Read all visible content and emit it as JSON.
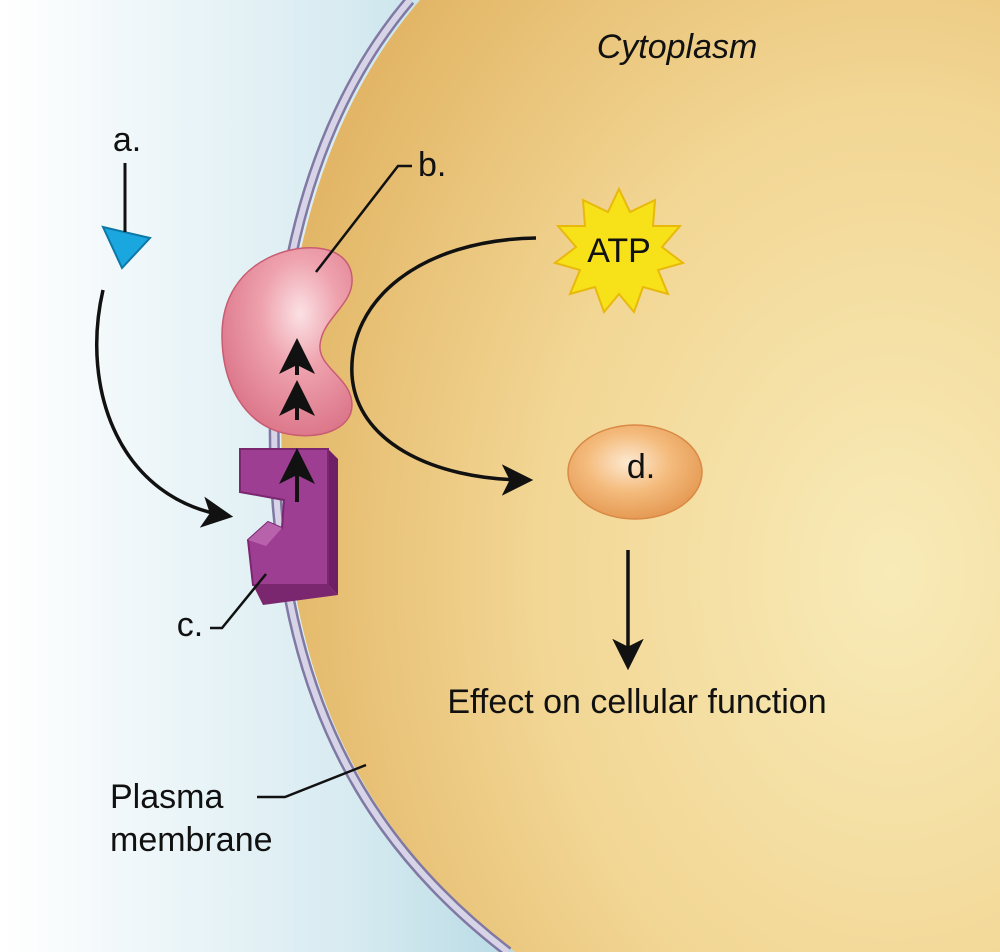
{
  "labels": {
    "cytoplasm": "Cytoplasm",
    "a": "a.",
    "b": "b.",
    "c": "c.",
    "d": "d.",
    "atp": "ATP",
    "effect": "Effect on cellular function",
    "plasma_line1": "Plasma",
    "plasma_line2": "membrane"
  },
  "colors": {
    "extracellular_light": "#ffffff",
    "extracellular_dark": "#5fa6c0",
    "cytoplasm_edge": "#e3b765",
    "cytoplasm_center": "#f6e3a6",
    "membrane": "#b9b4cf",
    "enzyme_b": "#e48596",
    "receptor_c": "#9a3a8e",
    "signal_a": "#1aa6de",
    "atp_burst": "#f7e21a",
    "protein_d": "#eea25d"
  },
  "icons": {
    "signal_a": "triangle-signal-molecule",
    "enzyme_b": "kidney-shaped-enzyme",
    "receptor_c": "membrane-receptor-block",
    "atp": "starburst",
    "protein_d": "oval-protein"
  }
}
